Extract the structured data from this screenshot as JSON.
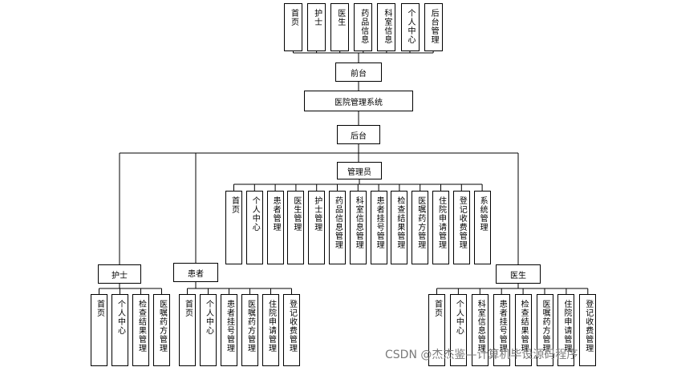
{
  "front_children": [
    "首页",
    "护士",
    "医生",
    "药品信息",
    "科室信息",
    "个人中心",
    "后台管理"
  ],
  "front": "前台",
  "system": "医院管理系统",
  "back": "后台",
  "admin": "管理员",
  "admin_children": [
    "首页",
    "个人中心",
    "患者管理",
    "医生管理",
    "护士管理",
    "药品信息管理",
    "科室信息管理",
    "患者挂号管理",
    "检查结果管理",
    "医嘱药方管理",
    "住院申请管理",
    "登记收费管理",
    "系统管理"
  ],
  "nurse": "护士",
  "nurse_children": [
    "首页",
    "个人中心",
    "检查结果管理",
    "医嘱药方管理"
  ],
  "patient": "患者",
  "patient_children": [
    "首页",
    "个人中心",
    "患者挂号管理",
    "医嘱药方管理",
    "住院申请管理",
    "登记收费管理"
  ],
  "doctor": "医生",
  "doctor_children": [
    "首页",
    "个人中心",
    "科室信息管理",
    "患者挂号管理",
    "检查结果管理",
    "医嘱药方管理",
    "住院申请管理",
    "登记收费管理"
  ],
  "watermark": "CSDN @杰杰鉴—计算机毕设源码程序"
}
